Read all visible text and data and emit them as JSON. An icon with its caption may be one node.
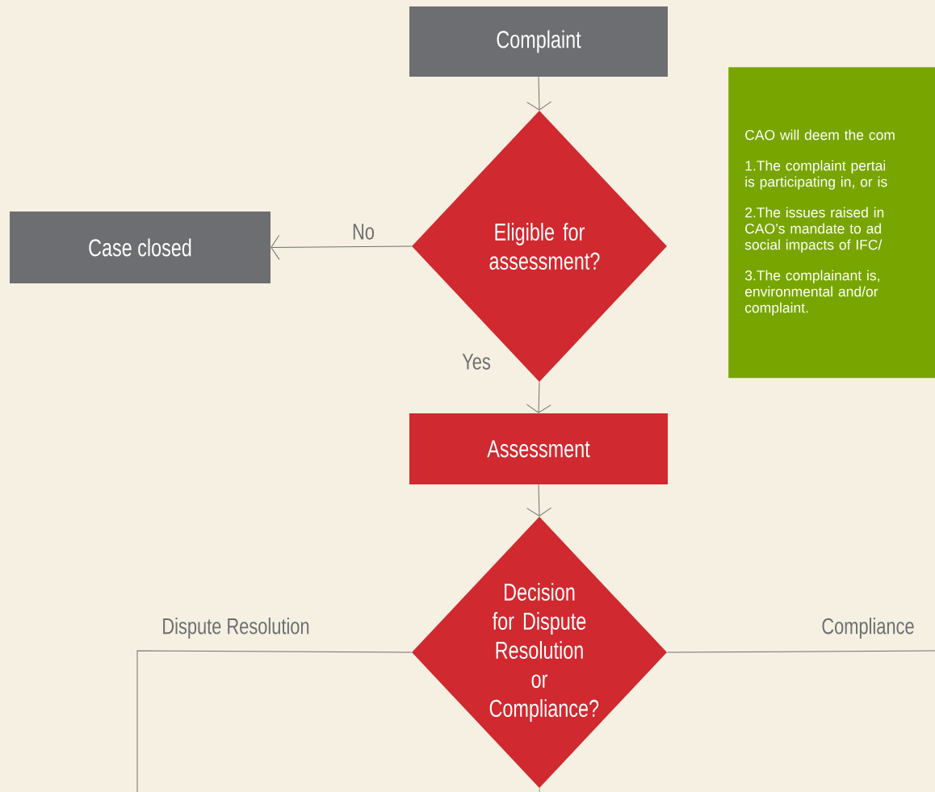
{
  "diagram": {
    "nodes": [
      {
        "text": [
          "Complaint"
        ]
      },
      {
        "text": [
          "Eligible for assessment?"
        ]
      },
      {
        "text": [
          "Case closed"
        ]
      },
      {
        "text": [
          "Assessment"
        ]
      },
      {
        "text": [
          "Decision for Dispute Resolution or Compliance?"
        ]
      },
      {
        "text": [
          "CAO will deem the com",
          "1.The complaint pertai",
          "is participating in, or is",
          "2.The issues raised in",
          "CAO’s mandate to ad",
          "social impacts of IFC/",
          "3.The complainant is,",
          "environmental and/or",
          "complaint."
        ]
      }
    ],
    "edges": [
      {
        "from": 0,
        "to": 1,
        "arrow": "to"
      },
      {
        "from": 1,
        "to": 2,
        "arrow": "to",
        "label": "No"
      },
      {
        "from": 1,
        "to": 3,
        "arrow": "to",
        "label": "Yes"
      },
      {
        "from": 3,
        "to": 4,
        "arrow": "to"
      },
      {
        "from": 4,
        "to": null,
        "arrow": "none",
        "label": "Dispute Resolution"
      },
      {
        "from": 4,
        "to": null,
        "arrow": "none",
        "label": "Compliance"
      },
      {
        "from": 4,
        "to": null,
        "arrow": "none"
      }
    ]
  }
}
